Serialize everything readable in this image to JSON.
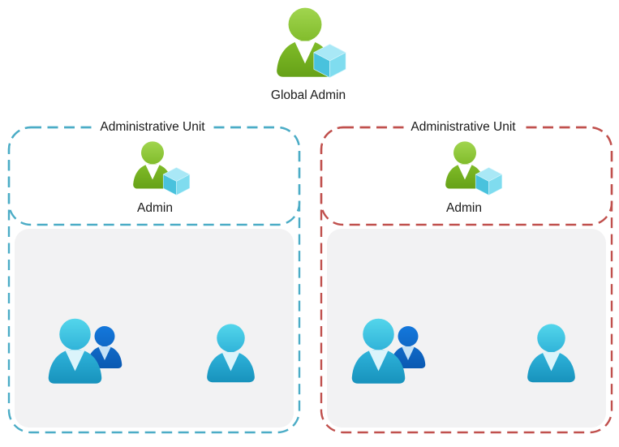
{
  "diagram": {
    "global_admin": {
      "label": "Global Admin",
      "icon": "person-with-cube-icon"
    },
    "units": [
      {
        "title": "Administrative Unit",
        "accent_color": "#4BACC6",
        "admin": {
          "label": "Admin",
          "icon": "person-with-cube-icon"
        },
        "members": {
          "icons": [
            "users-group-icon",
            "user-icon"
          ]
        }
      },
      {
        "title": "Administrative Unit",
        "accent_color": "#C0504D",
        "admin": {
          "label": "Admin",
          "icon": "person-with-cube-icon"
        },
        "members": {
          "icons": [
            "users-group-icon",
            "user-icon"
          ]
        }
      }
    ],
    "colors": {
      "background": "#FFFFFF",
      "text": "#1A1A1A",
      "members_area_fill": "#F2F2F3",
      "unit1_dash": "#4BACC6",
      "unit2_dash": "#C0504D",
      "person_green_top": "#A2D650",
      "person_green_bottom": "#649F16",
      "person_cyan_top": "#55D7EC",
      "person_cyan_bottom": "#1690BA",
      "person_blue_top": "#1478DC",
      "person_blue_bottom": "#0A58B0",
      "cube_top_face": "#A9E8F6",
      "cube_left_face": "#49C2DD",
      "cube_right_face": "#7FDCEF"
    }
  }
}
